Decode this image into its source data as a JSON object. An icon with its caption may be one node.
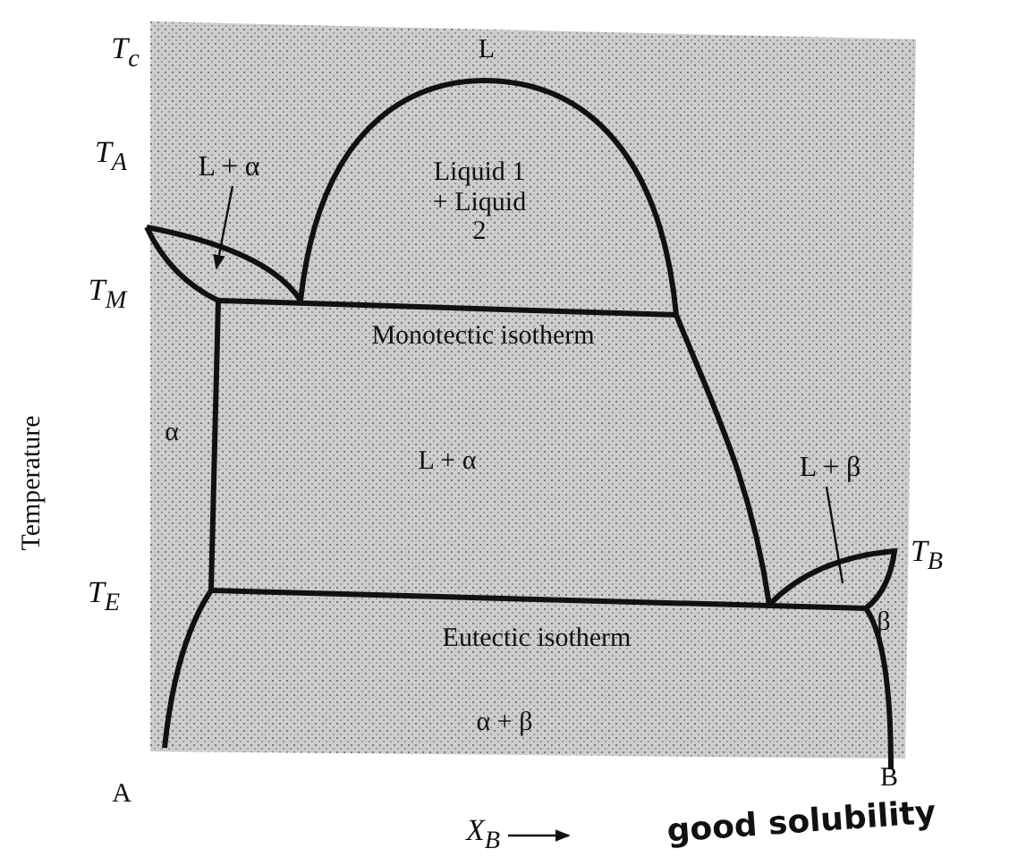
{
  "diagram": {
    "nodes": [
      {
        "text": [
          "L + α"
        ]
      },
      {
        "text": [
          "L + β"
        ]
      }
    ],
    "edges": [
      {
        "from": 0,
        "to": null,
        "arrow": "to"
      },
      {
        "from": 1,
        "to": null,
        "arrow": "none"
      }
    ],
    "labels": [
      "T$_{c}$",
      "L",
      "T$_{A}$",
      "Liquid 1 + Liquid 2",
      "T$_{M}$",
      "Monotectic isotherm",
      "Temperature",
      "α",
      "L + α",
      "T$_{B}$",
      "T$_{E}$",
      "β",
      "Eutectic isotherm",
      "α + β",
      "A",
      "B",
      "good solubility",
      "X$_{B}$"
    ]
  }
}
